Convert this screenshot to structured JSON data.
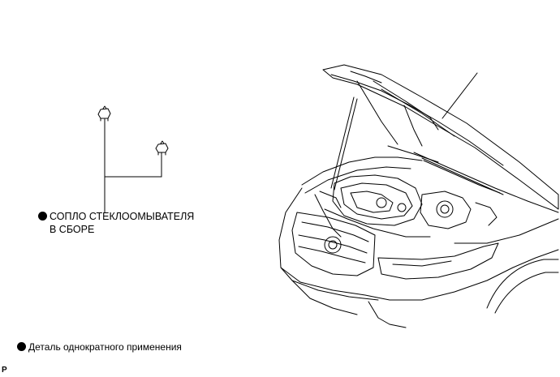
{
  "part": {
    "name_line1": "СОПЛО СТЕКЛООМЫВАТЕЛЯ",
    "name_line2": "В СБОРЕ",
    "marker": "bullet-dot"
  },
  "legend": {
    "text": "Деталь однократного применения",
    "marker": "bullet-dot"
  },
  "corner_mark": "P",
  "colors": {
    "line": "#000000",
    "background": "#ffffff"
  }
}
